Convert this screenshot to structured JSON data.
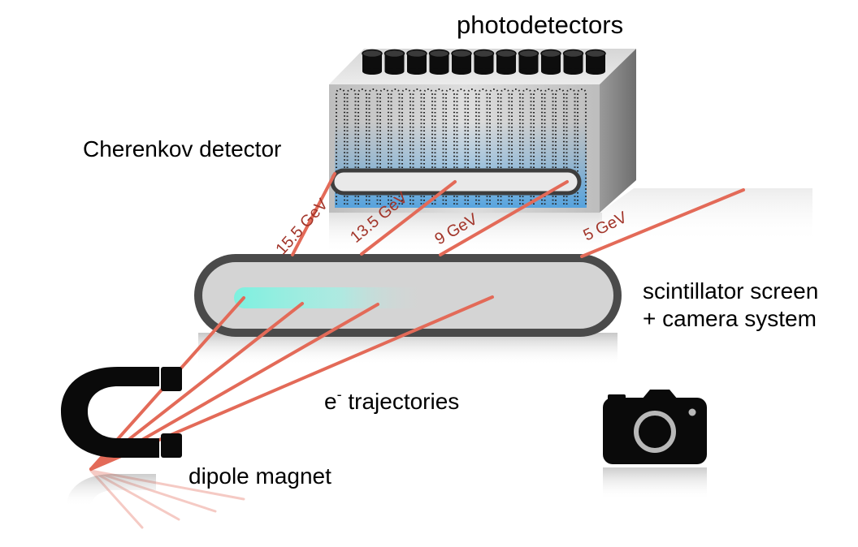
{
  "labels": {
    "photodetectors": "photodetectors",
    "cherenkov": "Cherenkov detector",
    "screen_line1": "scintillator screen",
    "screen_line2": "+ camera system",
    "trajectories_base": "e",
    "trajectories_sup": "-",
    "trajectories_rest": " trajectories",
    "magnet": "dipole magnet"
  },
  "energies": [
    "15.5 GeV",
    "13.5 GeV",
    "9 GeV",
    "5 GeV"
  ],
  "colors": {
    "trajectory": "#e36a58",
    "energy_text": "#a2352a",
    "scintillation": "#7df0df",
    "cherenkov_light": "#4a9fe0"
  },
  "icons": {
    "magnet": "horseshoe-magnet-icon",
    "camera": "camera-icon"
  }
}
